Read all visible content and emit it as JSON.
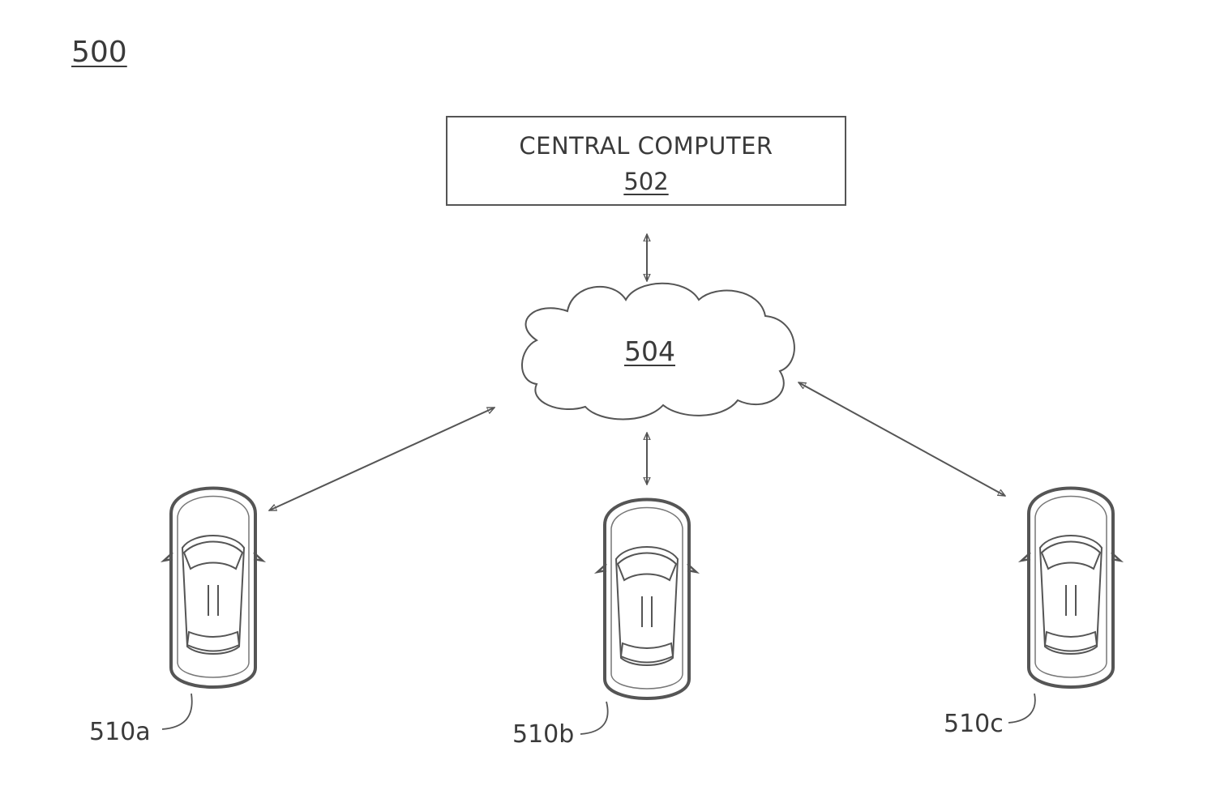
{
  "figure": {
    "number": "500"
  },
  "central_computer": {
    "title": "CENTRAL COMPUTER",
    "ref": "502"
  },
  "network": {
    "ref": "504"
  },
  "vehicles": [
    {
      "label": "510a"
    },
    {
      "label": "510b"
    },
    {
      "label": "510c"
    }
  ],
  "colors": {
    "line": "#555555",
    "text": "#3a3a3a",
    "background": "#ffffff"
  }
}
